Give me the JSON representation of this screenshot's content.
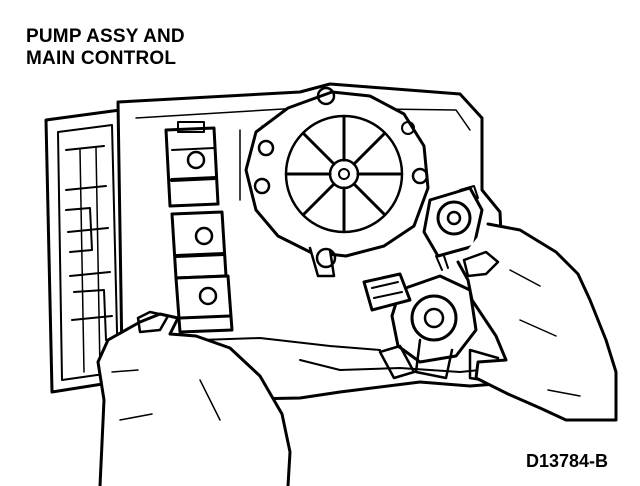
{
  "title": {
    "line1": "PUMP ASSY AND",
    "line2": "MAIN CONTROL"
  },
  "figure_code": "D13784-B",
  "colors": {
    "ink": "#000000",
    "paper": "#ffffff"
  }
}
